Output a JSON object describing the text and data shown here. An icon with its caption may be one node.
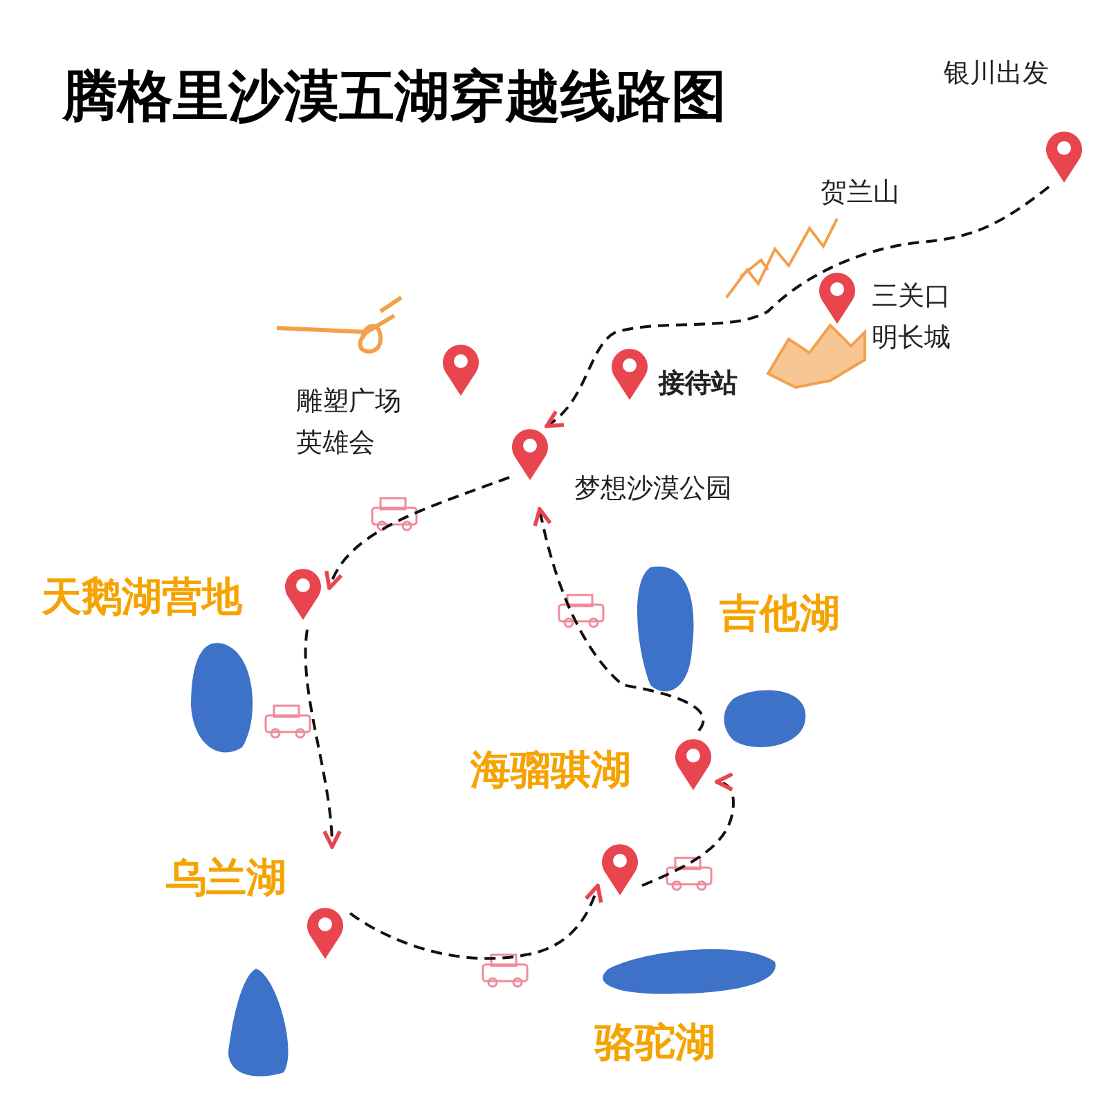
{
  "diagram": {
    "title": "腾格里沙漠五湖穿越线路图",
    "nodes": [
      {
        "text": [
          "银川出发"
        ]
      },
      {
        "text": [
          "三关口明长城"
        ]
      },
      {
        "text": [
          "接待站"
        ]
      },
      {
        "text": [
          "雕塑广场英雄会"
        ]
      },
      {
        "text": [
          "梦想沙漠公园"
        ]
      },
      {
        "text": [
          "天鹅湖营地"
        ]
      },
      {
        "text": [
          "乌兰湖"
        ]
      },
      {
        "text": [],
        "shape": "pin"
      },
      {
        "text": [
          "海骝骐湖"
        ]
      },
      {
        "text": [
          "吉他湖"
        ]
      },
      {
        "text": [],
        "shape": "lake"
      },
      {
        "text": [],
        "shape": "lake"
      },
      {
        "text": [
          "骆驼湖"
        ]
      },
      {
        "text": [],
        "shape": "lake"
      }
    ],
    "edges": [
      {
        "from": 0,
        "to": 4,
        "arrow": "to",
        "style": "dashed"
      },
      {
        "from": 4,
        "to": 5,
        "arrow": "to",
        "style": "dashed"
      },
      {
        "from": 5,
        "to": 6,
        "arrow": "to",
        "style": "dashed"
      },
      {
        "from": 6,
        "to": 7,
        "arrow": "to",
        "style": "dashed"
      },
      {
        "from": 7,
        "to": 8,
        "arrow": "to",
        "style": "dashed"
      },
      {
        "from": 8,
        "to": 4,
        "arrow": "to",
        "style": "dashed"
      }
    ],
    "labels": [
      "贺兰山"
    ]
  }
}
